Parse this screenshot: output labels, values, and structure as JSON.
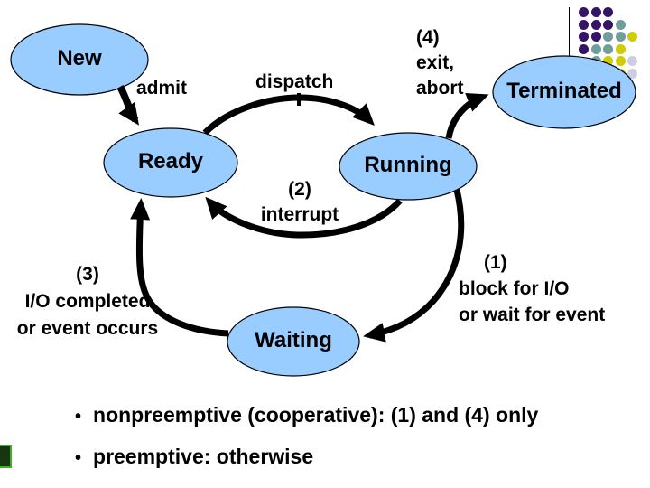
{
  "slide": {
    "background": "#FFFFFF",
    "state_style": {
      "fill": "#99CCFF",
      "border": "#000000"
    },
    "arrow_color": "#000000",
    "states": {
      "new": "New",
      "ready": "Ready",
      "running": "Running",
      "terminated": "Terminated",
      "waiting": "Waiting"
    },
    "labels": {
      "admit": "admit",
      "dispatch": "dispatch",
      "interrupt_num": "(2)",
      "interrupt": "interrupt",
      "exit_num": "(4)",
      "exit_a": "exit,",
      "exit_b": "abort",
      "block_num": "(1)",
      "block_a": "block for I/O",
      "block_b": "or wait for event",
      "io_num": "(3)",
      "io_a": "I/O completed",
      "io_b": "or event occurs"
    },
    "bullets": [
      {
        "marker": "•",
        "text": "nonpreemptive (cooperative): (1) and (4) only"
      },
      {
        "marker": "•",
        "text": "preemptive: otherwise"
      }
    ],
    "decor": {
      "dot_colors": {
        "P": "#331466",
        "T": "#6F9E9C",
        "Y": "#CFCC00",
        "L": "#CDCDE6"
      },
      "dot_rows": [
        "PPP",
        "PPPT",
        "PPTTY",
        "PTTY",
        ".TYYL",
        "..YYL"
      ]
    }
  }
}
